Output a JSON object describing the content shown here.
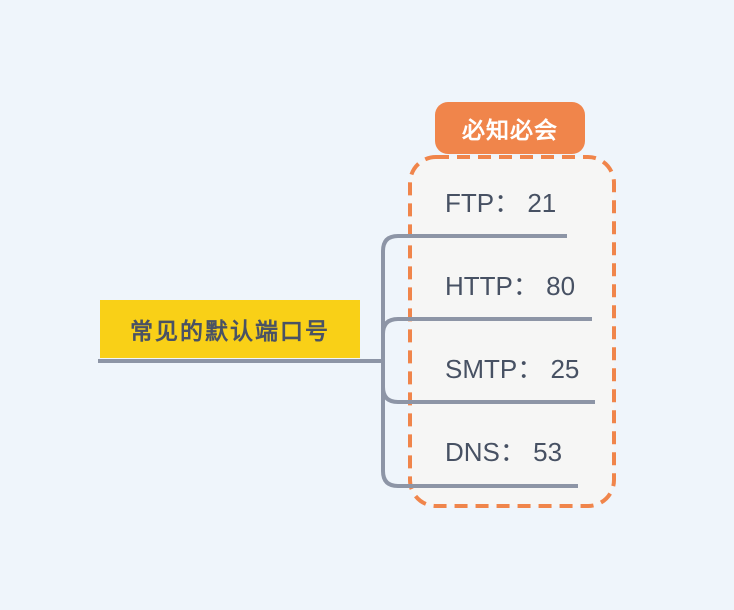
{
  "theme": {
    "background": "#EFF5FB",
    "accent": "#F0854B",
    "root_fill": "#F9D017",
    "root_text": "#4A5264",
    "item_text": "#475163",
    "connector": "#8D95A6",
    "group_fill": "#F6F6F5",
    "label_text": "#FFFFFF"
  },
  "mindmap": {
    "root": {
      "label": "常见的默认端口号"
    },
    "group": {
      "label": "必知必会",
      "border_style": "dashed"
    },
    "items": [
      {
        "protocol": "FTP",
        "port": "21",
        "label": "FTP： 21"
      },
      {
        "protocol": "HTTP",
        "port": "80",
        "label": "HTTP： 80"
      },
      {
        "protocol": "SMTP",
        "port": "25",
        "label": "SMTP： 25"
      },
      {
        "protocol": "DNS",
        "port": "53",
        "label": "DNS： 53"
      }
    ]
  }
}
